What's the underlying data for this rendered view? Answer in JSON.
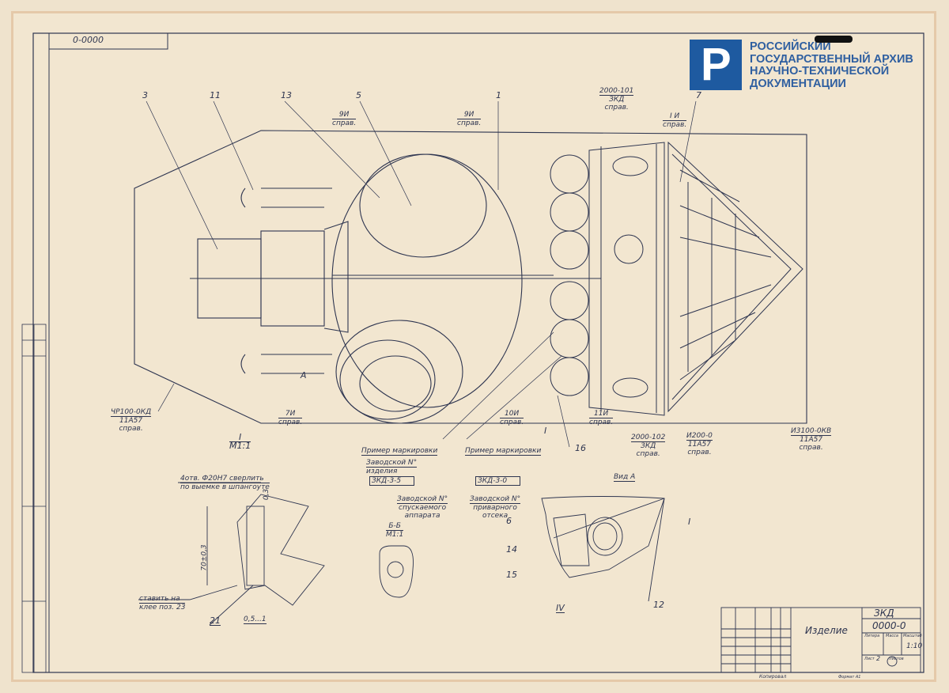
{
  "document": {
    "code_box": "0-0000",
    "format": "Формат А1"
  },
  "archive": {
    "name_lines": [
      "РОССИЙСКИЙ",
      "ГОСУДАРСТВЕННЫЙ АРХИВ",
      "НАУЧНО-ТЕХНИЧЕСКОЙ",
      "ДОКУМЕНТАЦИИ"
    ]
  },
  "callouts": {
    "p3": "3",
    "p11": "11",
    "p13": "13",
    "p5": "5",
    "p1": "1",
    "p7": "7",
    "p16": "16",
    "p6": "6",
    "p14": "14",
    "p15": "15",
    "p12": "12",
    "p21": "21",
    "sectA": "А",
    "secI": "I",
    "secIV": "IV"
  },
  "notes": {
    "n9i_a": [
      "9И",
      "справ."
    ],
    "n9i_b": [
      "9И",
      "справ."
    ],
    "n2000_101": [
      "2000-101",
      "ЗКД",
      "справ."
    ],
    "n1i": [
      "I И",
      "справ."
    ],
    "n7i": [
      "7И",
      "справ."
    ],
    "n10i": [
      "10И",
      "справ."
    ],
    "n11i": [
      "11И",
      "справ."
    ],
    "n2000_102": [
      "2000-102",
      "ЗКД",
      "справ."
    ],
    "nI200": [
      "И200-0",
      "11А57",
      "справ."
    ],
    "nI3100": [
      "И3100-0КВ",
      "11А57",
      "справ."
    ],
    "nCh": [
      "ЧР100-0КД",
      "11А57",
      "справ."
    ]
  },
  "marking": {
    "example1": "Пример маркировки",
    "example2": "Пример маркировки",
    "product_no": [
      "Заводской N°",
      "изделия"
    ],
    "code1": "ЗКД-3-5",
    "code2": "ЗКД-3-0",
    "descent_no": [
      "Заводской N°",
      "спускаемого",
      "аппарата"
    ],
    "welded_no": [
      "Заводской N°",
      "приварного",
      "отсека"
    ]
  },
  "views": {
    "detailI": [
      "I",
      "М1:1"
    ],
    "sectionBB": [
      "Б-Б",
      "М1:1"
    ],
    "viewA": "Вид А",
    "drill_note": [
      "4отв. Ф20Н7 сверлить",
      "по выемке в шпангоуте"
    ],
    "dim_70": "70±0,3",
    "dim_03": "0,3",
    "dim_05": "0,5...1",
    "glue_note": [
      "ставить на",
      "клее поз. 23"
    ]
  },
  "title_block": {
    "doc_type": "ЗКД",
    "designation": "0000-0",
    "name": "Изделие",
    "litera": "Литера",
    "mass": "Масса",
    "scale_label": "Масштаб",
    "scale": "1:10",
    "sheet": "Лист",
    "sheet_no": "2",
    "sheets": "Листов",
    "copied": "Копировал"
  },
  "colors": {
    "ink": "#2e3550",
    "paper": "#f2e6d0",
    "logo": "#1e5aa0"
  }
}
